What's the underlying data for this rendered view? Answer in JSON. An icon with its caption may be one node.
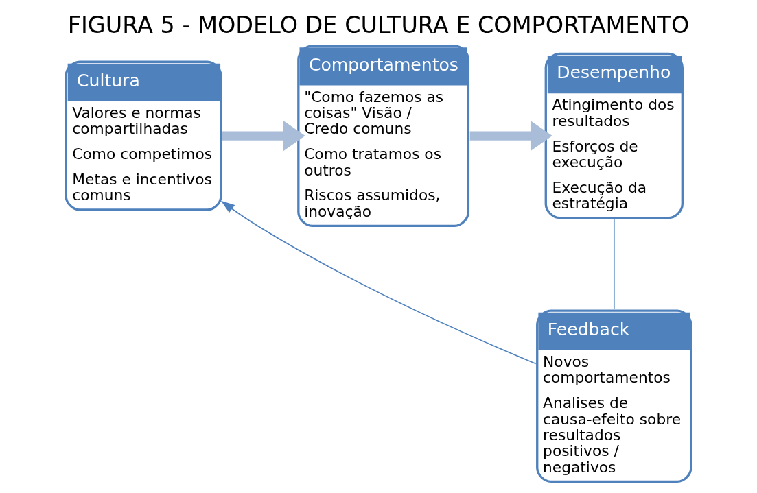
{
  "diagram": {
    "title": "FIGURA 5 - MODELO DE CULTURA E COMPORTAMENTO",
    "nodes": [
      {
        "text": [
          "Cultura",
          "Valores e normas compartilhadas",
          "Como competimos",
          "Metas e incentivos comuns"
        ]
      },
      {
        "text": [
          "Comportamentos",
          "\"Como fazemos as coisas\" Visão / Credo comuns",
          "Como tratamos os outros",
          "Riscos assumidos, inovação"
        ]
      },
      {
        "text": [
          "Desempenho",
          "Atingimento dos resultados",
          "Esforços de execução",
          "Execução da estratégia"
        ]
      },
      {
        "text": [
          "Feedback",
          "Novos comportamentos",
          "Analises de causa-efeito sobre resultados positivos / negativos"
        ]
      }
    ],
    "edges": [
      {
        "from": 0,
        "to": 1,
        "arrow": "to",
        "style": "thick",
        "color": "#a9bcd8"
      },
      {
        "from": 1,
        "to": 2,
        "arrow": "to",
        "style": "thick",
        "color": "#a9bcd8"
      },
      {
        "from": 2,
        "to": 3,
        "arrow": "none"
      },
      {
        "from": 3,
        "to": 0,
        "arrow": "to"
      }
    ]
  }
}
